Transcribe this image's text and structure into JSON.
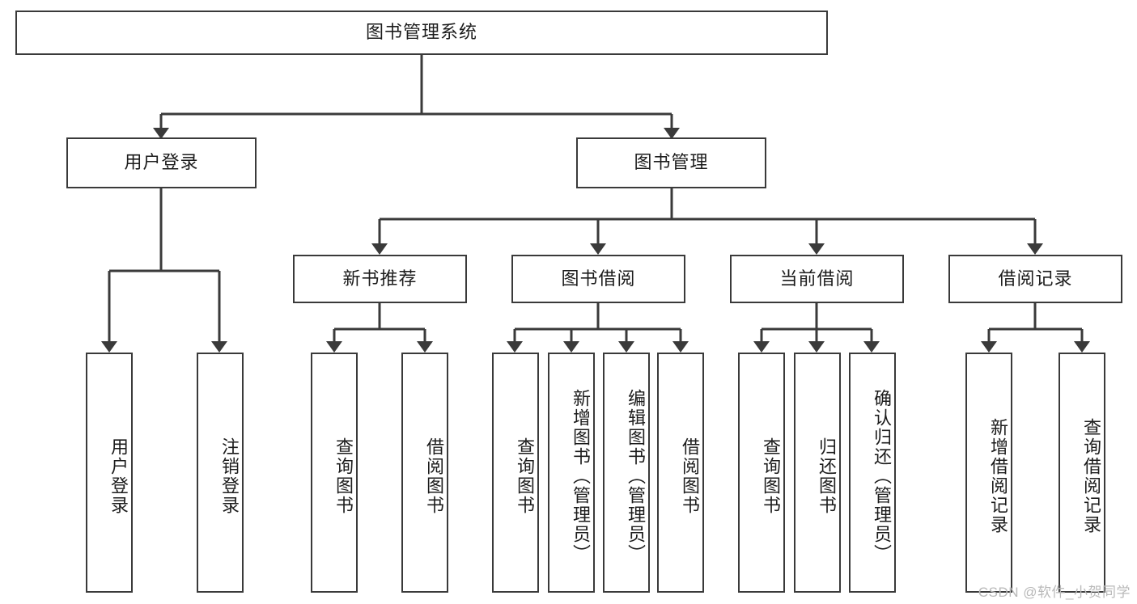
{
  "diagram": {
    "type": "tree",
    "title": "图书管理系统",
    "watermark": "CSDN @软件_小贺同学",
    "colors": {
      "box_border": "#3a3a3a",
      "box_fill": "#ffffff",
      "connector": "#3a3a3a",
      "text": "#1c1c1c",
      "watermark": "#b9b9b9"
    },
    "root": {
      "label": "图书管理系统"
    },
    "level1": [
      {
        "label": "用户登录"
      },
      {
        "label": "图书管理"
      }
    ],
    "level2": [
      {
        "label": "新书推荐"
      },
      {
        "label": "图书借阅"
      },
      {
        "label": "当前借阅"
      },
      {
        "label": "借阅记录"
      }
    ],
    "leaves": {
      "user_login": [
        {
          "label": "用户登录"
        },
        {
          "label": "注销登录"
        }
      ],
      "new_book": [
        {
          "label": "查询图书"
        },
        {
          "label": "借阅图书"
        }
      ],
      "book_borrow": [
        {
          "label": "查询图书"
        },
        {
          "label": "新增图书（管理员）"
        },
        {
          "label": "编辑图书（管理员）"
        },
        {
          "label": "借阅图书"
        }
      ],
      "current_borrow": [
        {
          "label": "查询图书"
        },
        {
          "label": "归还图书"
        },
        {
          "label": "确认归还（管理员）"
        }
      ],
      "borrow_record": [
        {
          "label": "新增借阅记录"
        },
        {
          "label": "查询借阅记录"
        }
      ]
    }
  }
}
